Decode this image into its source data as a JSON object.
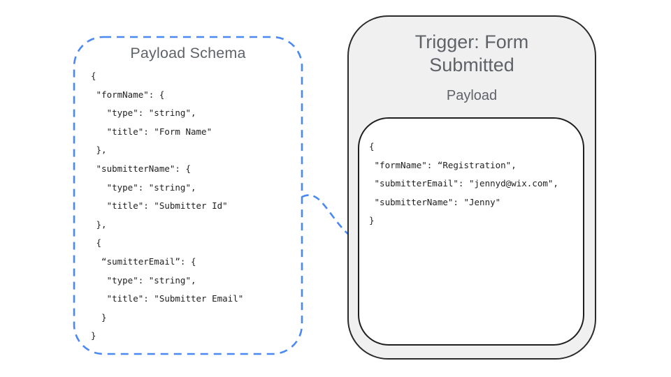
{
  "schema_panel": {
    "title": "Payload Schema",
    "code_lines": [
      "{",
      " \"formName\": {",
      "   \"type\": \"string\",",
      "   \"title\": \"Form Name\"",
      " },",
      " \"submitterName\": {",
      "   \"type\": \"string\",",
      "   \"title\": \"Submitter Id\"",
      " },",
      " {",
      "  “sumitterEmail”: {",
      "   \"type\": \"string\",",
      "   \"title\": \"Submitter Email\"",
      "  }",
      "}"
    ]
  },
  "trigger_panel": {
    "title": "Trigger: Form Submitted",
    "subtitle": "Payload",
    "code_lines": [
      "{",
      " \"formName\": “Registration\",",
      " \"submitterEmail\": \"jennyd@wix.com\",",
      " \"submitterName\": \"Jenny\"",
      "}"
    ]
  },
  "colors": {
    "accent_blue": "#4a89f4",
    "heading_gray": "#5f6368",
    "panel_fill": "#f0f0f0",
    "panel_border": "#2b2b2b",
    "code_text": "#1f1f1f"
  }
}
